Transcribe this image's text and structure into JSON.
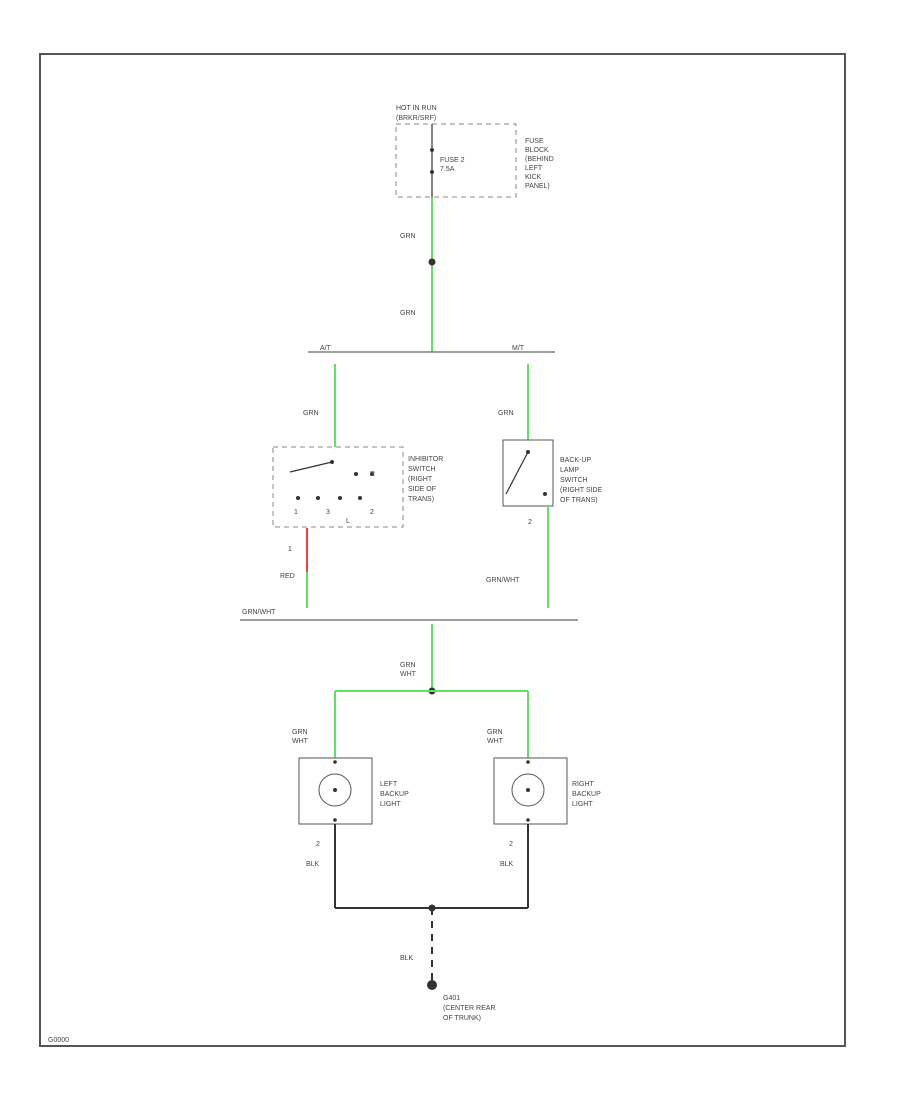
{
  "colors": {
    "grn": "#66dd66",
    "red": "#ee4444",
    "blk": "#333333",
    "frame": "#555555"
  },
  "top": {
    "hot_label_1": "HOT IN RUN",
    "hot_label_2": "(BRKR/SRF)"
  },
  "fuse": {
    "label_1": "FUSE 2",
    "label_2": "7.5A",
    "block_1": "FUSE",
    "block_2": "BLOCK",
    "block_3": "(BEHIND",
    "block_4": "LEFT",
    "block_5": "KICK",
    "block_6": "PANEL)"
  },
  "wires": {
    "grn_1": "GRN",
    "grn_2": "GRN",
    "grn_3": "GRN",
    "grn_4": "GRN",
    "red": "RED",
    "grn_wht_1": "GRN/WHT",
    "grn_wht_2": "GRN/WHT",
    "grn_wht_3_l1": "GRN",
    "grn_wht_3_l2": "WHT",
    "grn_wht_4_l1": "GRN",
    "grn_wht_4_l2": "WHT",
    "grn_wht_5_l1": "GRN",
    "grn_wht_5_l2": "WHT",
    "blk_1": "BLK",
    "blk_2": "BLK",
    "blk_3": "BLK"
  },
  "splice": {
    "left": "A/T",
    "right": "M/T"
  },
  "inhibitor": {
    "l1": "INHIBITOR",
    "l2": "SWITCH",
    "l3": "(RIGHT",
    "l4": "SIDE OF",
    "l5": "TRANS)",
    "pin_r": "R",
    "pin_l": "L",
    "pin_1": "1",
    "pin_2": "2",
    "pin_3": "3"
  },
  "backup_switch": {
    "l1": "BACK-UP",
    "l2": "LAMP",
    "l3": "SWITCH",
    "l4": "(RIGHT SIDE",
    "l5": "OF TRANS)",
    "pin_2": "2"
  },
  "left_light": {
    "l1": "LEFT",
    "l2": "BACKUP",
    "l3": "LIGHT",
    "pin_2": "2"
  },
  "right_light": {
    "l1": "RIGHT",
    "l2": "BACKUP",
    "l3": "LIGHT",
    "pin_2": "2"
  },
  "ground": {
    "l1": "G401",
    "l2": "(CENTER REAR",
    "l3": "OF TRUNK)"
  },
  "footer": {
    "code": "G0000"
  }
}
